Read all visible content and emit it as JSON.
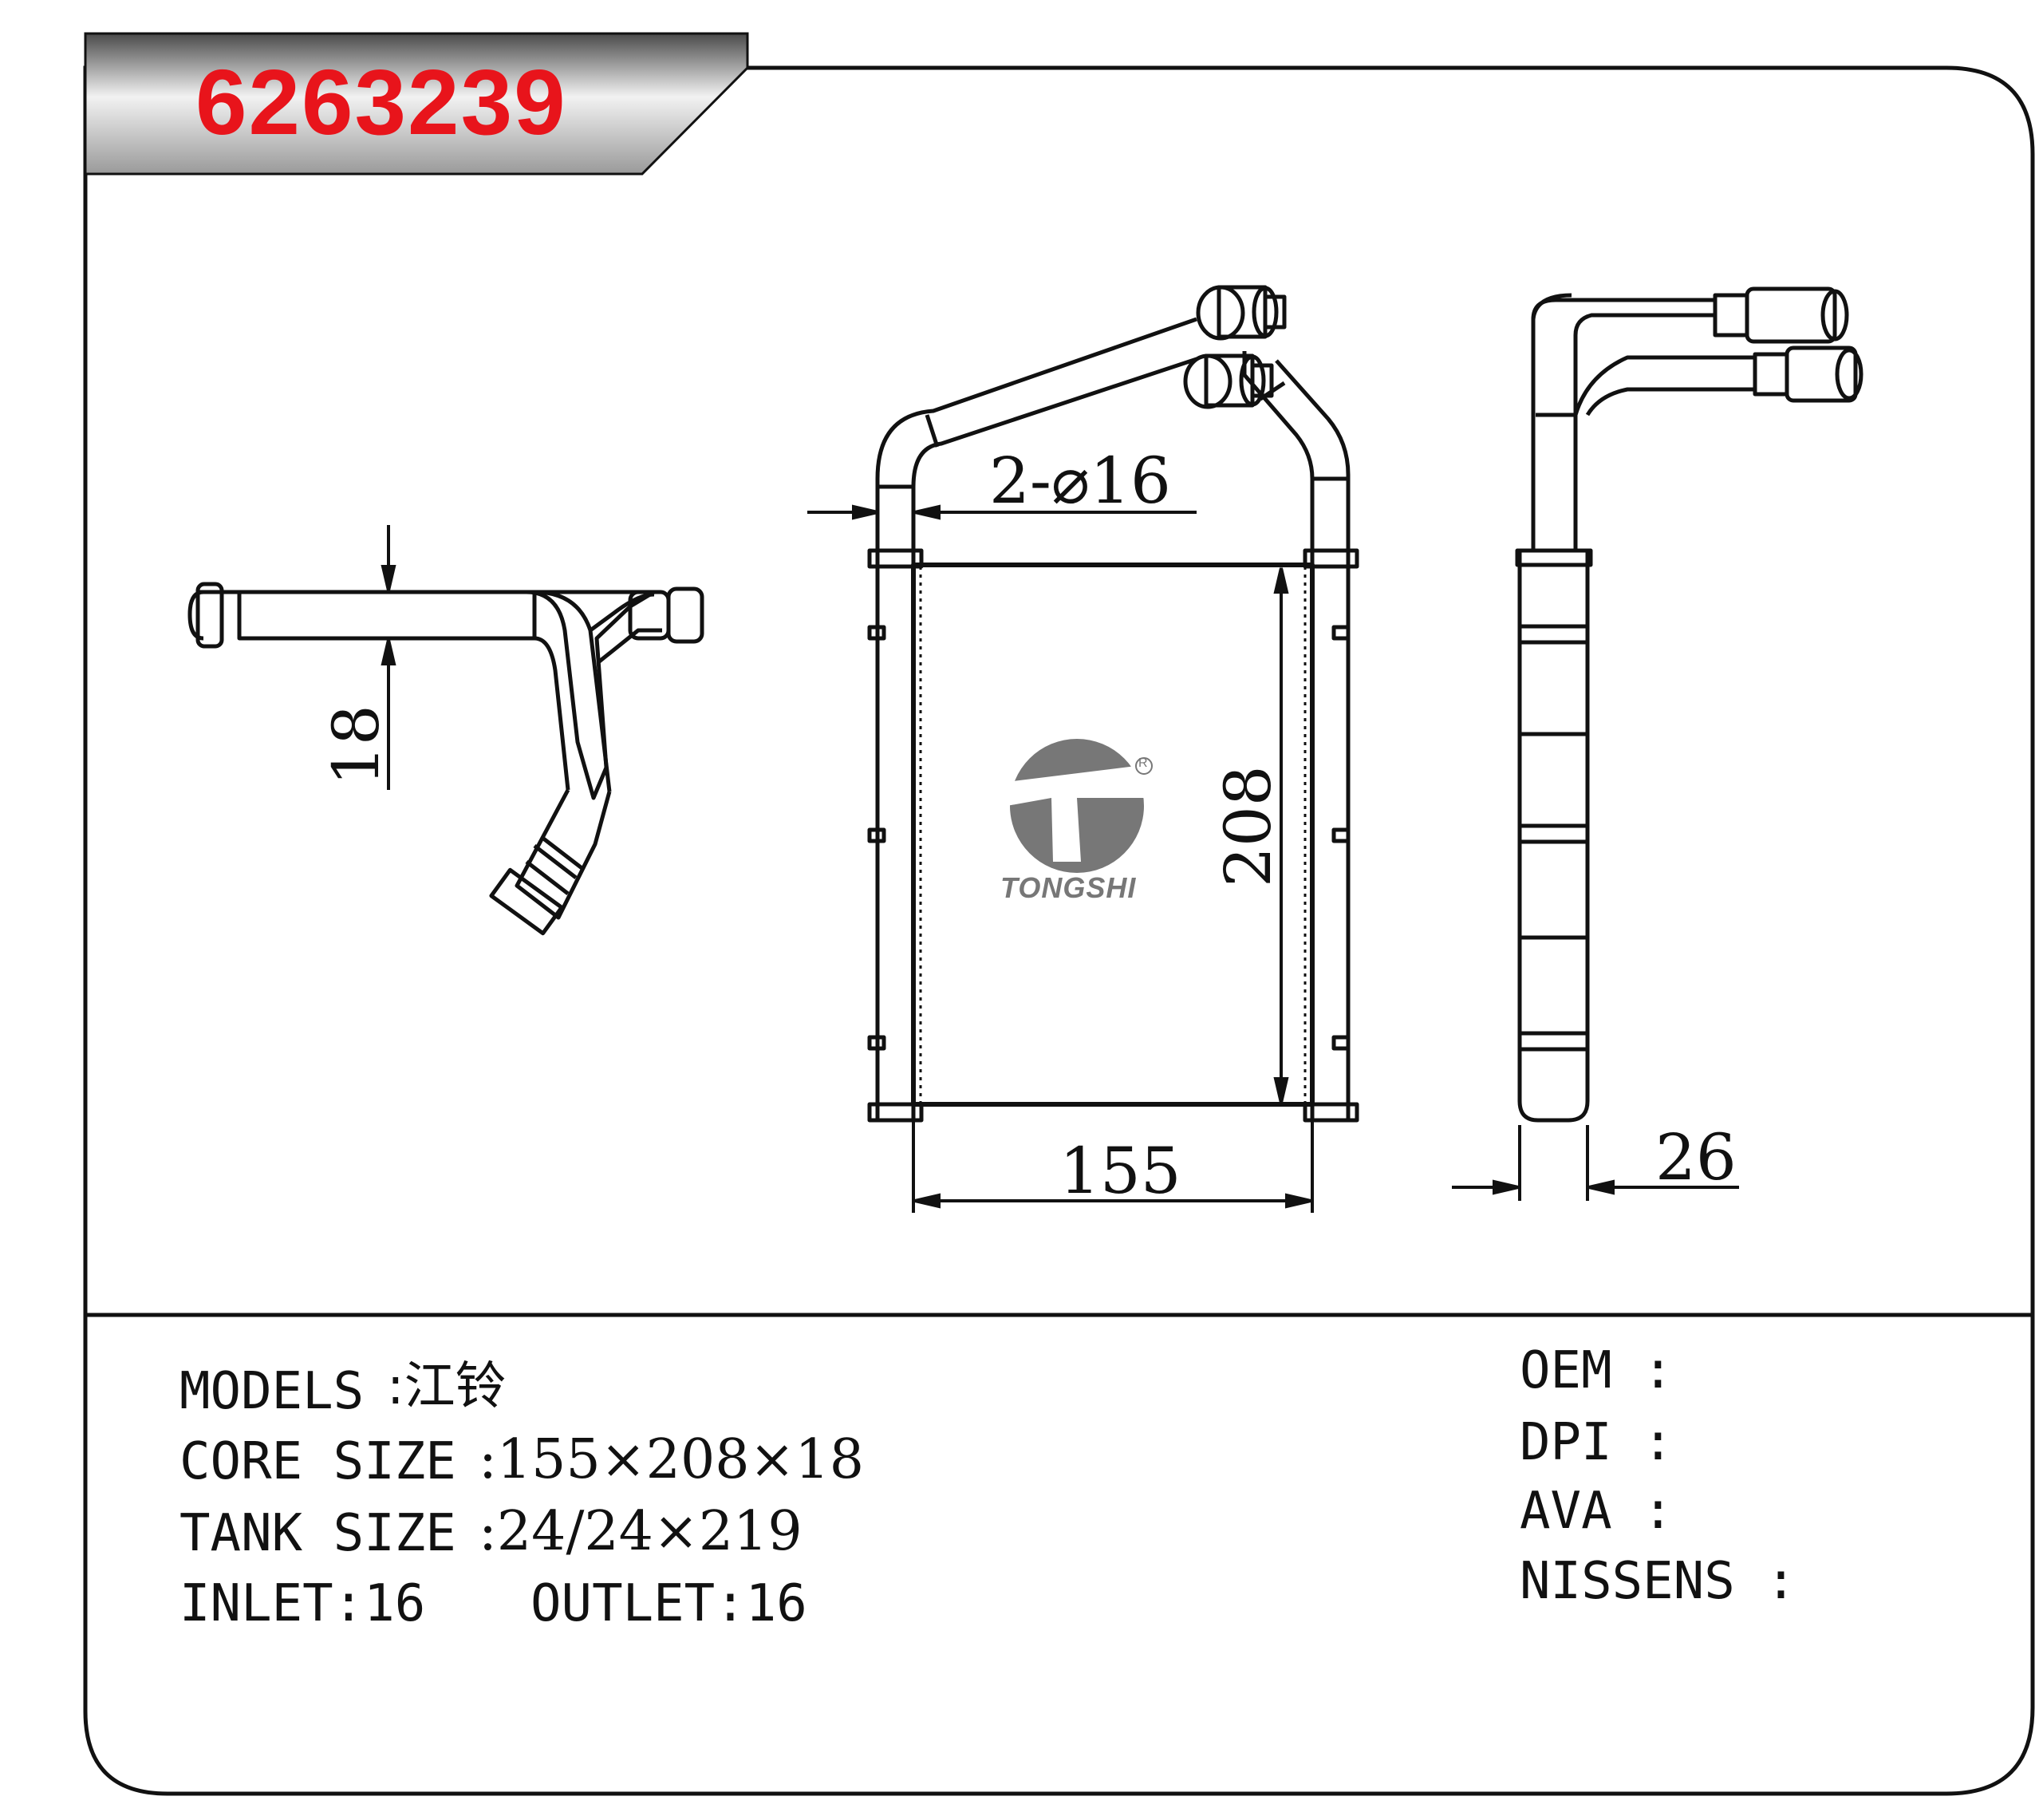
{
  "part_number": "6263239",
  "brand": {
    "logo_text": "TONGSHI",
    "registered_mark": "R"
  },
  "dimensions": {
    "pipe_diameter": "2-⌀16",
    "core_thickness": "18",
    "core_height": "208",
    "core_width": "155",
    "depth": "26"
  },
  "specs": {
    "models_label": "MODELS",
    "models_value": ":江铃",
    "core_size_label": "CORE SIZE",
    "core_size_value": ":155×208×18",
    "tank_size_label": "TANK SIZE",
    "tank_size_value": ":24/24×219",
    "inlet_label": "INLET:16",
    "outlet_label": "OUTLET:16"
  },
  "references": {
    "oem_label": "OEM :",
    "dpi_label": "DPI :",
    "ava_label": "AVA :",
    "nissens_label": "NISSENS :"
  },
  "colors": {
    "part_number": "#e8141b",
    "line": "#111111",
    "logo": "#777777"
  }
}
